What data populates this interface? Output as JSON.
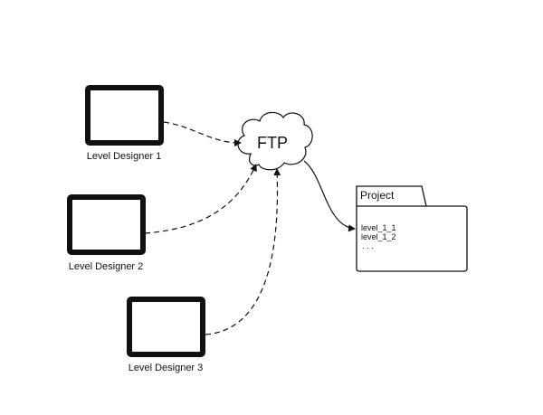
{
  "designers": [
    {
      "label": "Level Designer 1"
    },
    {
      "label": "Level Designer 2"
    },
    {
      "label": "Level Designer 3"
    }
  ],
  "ftp": {
    "label": "FTP"
  },
  "project": {
    "title": "Project",
    "items": [
      "level_1_1",
      "level_1_2",
      ". . ."
    ]
  },
  "colors": {
    "stroke": "#111111",
    "background": "#ffffff"
  }
}
